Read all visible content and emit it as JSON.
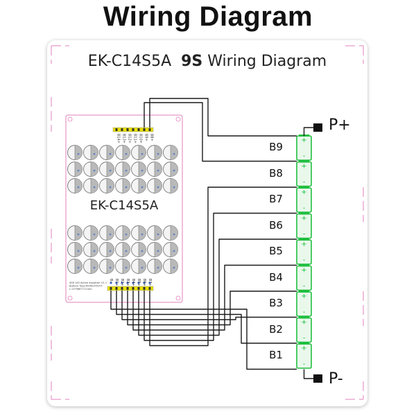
{
  "heading": "Wiring  Diagram",
  "subtitle": {
    "model": "EK-C14S5A",
    "series": "9S",
    "suffix": "Wiring Diagram"
  },
  "board": {
    "name": "EK-C14S5A",
    "top_connector_pins": [
      "B14+",
      "B13+",
      "B12+",
      "B11+",
      "B10+",
      "B9+",
      "B8+"
    ],
    "bottom_connector_pins": [
      "B-",
      "B1+",
      "B2+",
      "B3+",
      "B4+",
      "B5+",
      "B6+",
      "B7+"
    ],
    "small_text": [
      "4S8 14S Active equalizer V1.1",
      "Battery Type:NCM/LFP/LTO",
      "L:12*5667711mm"
    ]
  },
  "batteries": [
    "B9",
    "B8",
    "B7",
    "B6",
    "B5",
    "B4",
    "B3",
    "B2",
    "B1"
  ],
  "terminals": {
    "positive": "P+",
    "negative": "P-"
  },
  "colors": {
    "cell_green": "#1fbf3f",
    "cell_fill": "#eaf8ec",
    "frame_pink": "#e17fbe",
    "wire": "#1a1a1a",
    "connector_yellow": "#e8e000"
  }
}
